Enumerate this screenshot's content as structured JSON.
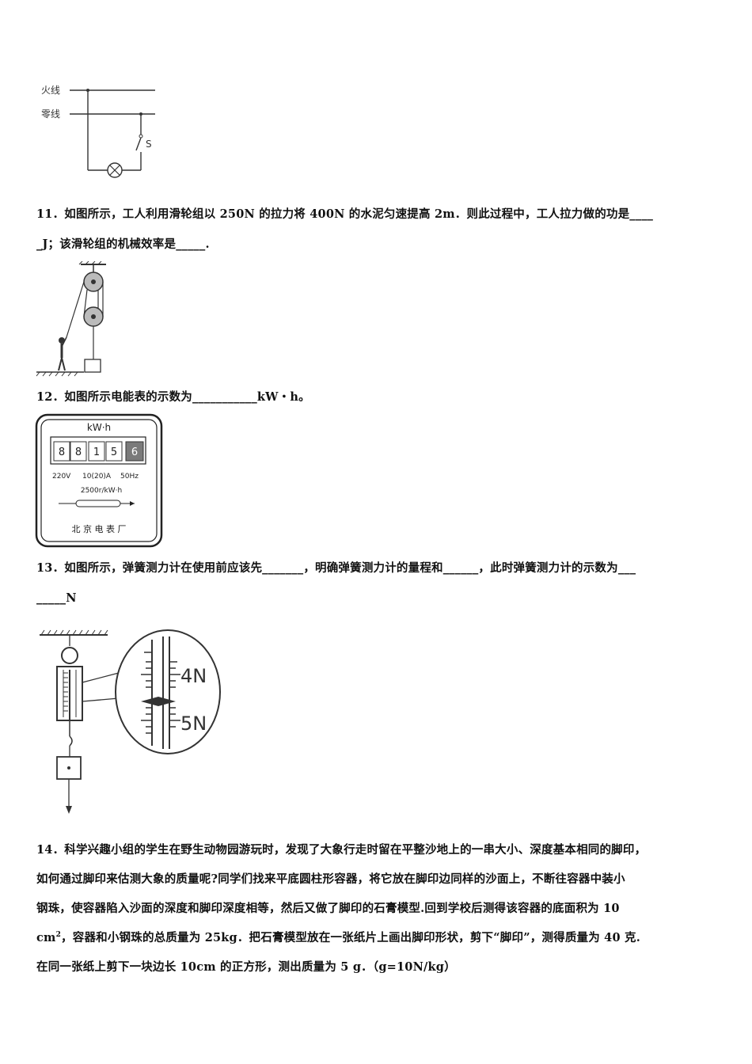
{
  "circuit": {
    "live_label": "火线",
    "neutral_label": "零线",
    "switch_label": "S"
  },
  "q11": {
    "line1": "11．如图所示，工人利用滑轮组以 250N 的拉力将 400N 的水泥匀速提高 2m．则此过程中，工人拉力做的功是____",
    "line2": "_J；该滑轮组的机械效率是_____."
  },
  "q12": {
    "line1": "12．如图所示电能表的示数为___________kW・h。",
    "meter": {
      "unit": "kW·h",
      "digits": [
        "8",
        "8",
        "1",
        "5",
        "6"
      ],
      "spec1": "220V",
      "spec2": "10(20)A",
      "spec3": "50Hz",
      "rev": "2500r/kW·h",
      "maker": "北 京 电 表 厂"
    }
  },
  "q13": {
    "line1": "13．如图所示，弹簧测力计在使用前应该先_______，明确弹簧测力计的量程和______，此时弹簧测力计的示数为___",
    "line2": "_____N",
    "label_4n": "4N",
    "label_5n": "5N"
  },
  "q14": {
    "line1": "14．科学兴趣小组的学生在野生动物园游玩时，发现了大象行走时留在平整沙地上的一串大小、深度基本相同的脚印，",
    "line2": "如何通过脚印来估测大象的质量呢?同学们找来平底圆柱形容器，将它放在脚印边同样的沙面上，不断往容器中装小",
    "line3": "钢珠，使容器陷入沙面的深度和脚印深度相等，然后又做了脚印的石膏模型.回到学校后测得该容器的底面积为 10",
    "line4_a": "cm",
    "line4_sup": "2",
    "line4_b": "，容器和小钢珠的总质量为 25kg．把石膏模型放在一张纸片上画出脚印形状，剪下“脚印”，测得质量为 40 克.",
    "line5": "在同一张纸上剪下一块边长 10cm 的正方形，测出质量为 5 g．（g=10N/kg）"
  }
}
